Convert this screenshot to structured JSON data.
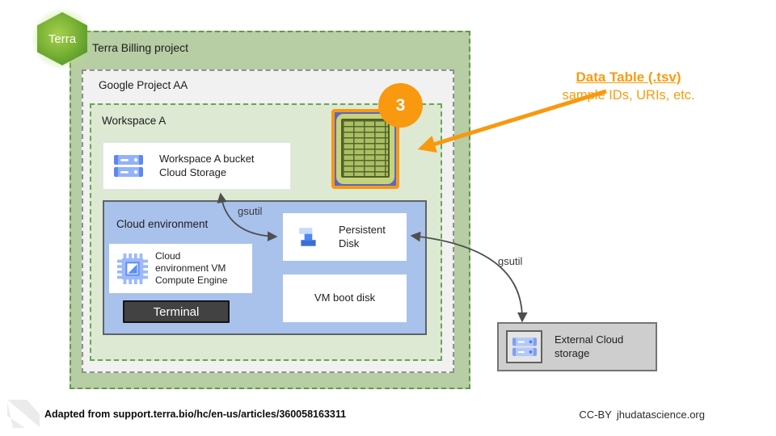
{
  "colors": {
    "accent_orange": "#F8990F",
    "billing_green_bg": "#B7CDA3",
    "workspace_green_bg": "#DDE9D2",
    "green_dashed_border": "#64A84F",
    "env_blue_bg": "#A9C2EC",
    "arrow_gray": "#4F4F4F"
  },
  "logo": {
    "text": "Terra"
  },
  "boxes": {
    "billing_project": "Terra Billing project",
    "google_project": "Google Project AA",
    "workspace": "Workspace A",
    "bucket_line1": "Workspace A bucket",
    "bucket_line2": "Cloud Storage",
    "cloud_environment": "Cloud environment",
    "vm": "Cloud environment VM Compute Engine",
    "terminal": "Terminal",
    "persistent_disk": "Persistent Disk",
    "vm_boot_disk": "VM boot disk",
    "external_storage": "External Cloud storage"
  },
  "annotations": {
    "badge": "3",
    "data_table_title": "Data Table (.tsv)",
    "data_table_subtitle": "sample IDs, URIs, etc.",
    "gsutil_bucket_disk": "gsutil",
    "gsutil_disk_external": "gsutil"
  },
  "footer": {
    "source": "Adapted from support.terra.bio/hc/en-us/articles/360058163311",
    "license": "CC-BY",
    "org": "jhudatascience.org"
  }
}
